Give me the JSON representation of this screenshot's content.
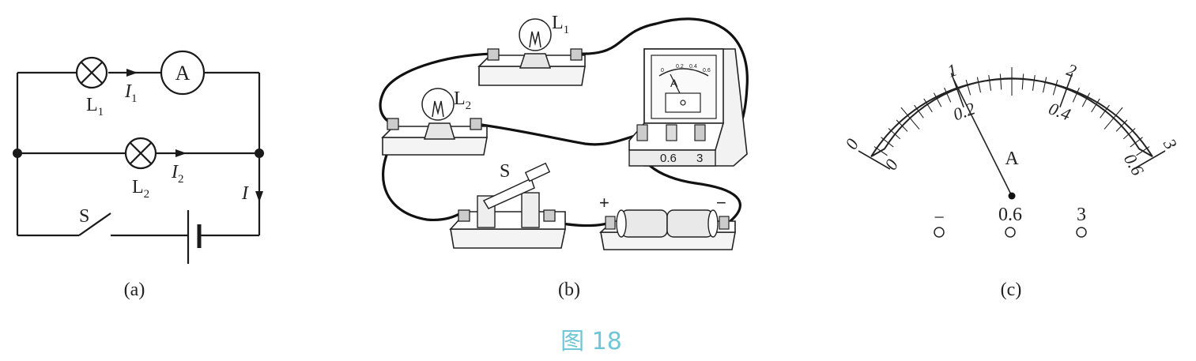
{
  "a": {
    "caption": "(a)",
    "lamp1": "L",
    "lamp1_sub": "1",
    "lamp2": "L",
    "lamp2_sub": "2",
    "ammeter": "A",
    "i1": "I",
    "i1_sub": "1",
    "i2": "I",
    "i2_sub": "2",
    "i": "I",
    "switch": "S"
  },
  "b": {
    "caption": "(b)",
    "lamp1": "L",
    "lamp1_sub": "1",
    "lamp2": "L",
    "lamp2_sub": "2",
    "switch": "S",
    "meter_symbol": "A",
    "terminal_06": "0.6",
    "terminal_3": "3",
    "plus": "+",
    "minus": "−",
    "mini_scale": [
      "0",
      "0.2",
      "0.4",
      "0.6"
    ]
  },
  "c": {
    "caption": "(c)",
    "upper_scale": [
      "0",
      "1",
      "2",
      "3"
    ],
    "lower_scale": [
      "0",
      "0.2",
      "0.4",
      "0.6"
    ],
    "meter_symbol": "A",
    "term_minus": "−",
    "term_06": "0.6",
    "term_3": "3",
    "needle_reading_0_6": 0.2,
    "needle_reading_0_3": 1.0
  },
  "figure_title": "图 18",
  "colors": {
    "title": "#6ec6d6",
    "line": "#1a1a1a"
  }
}
